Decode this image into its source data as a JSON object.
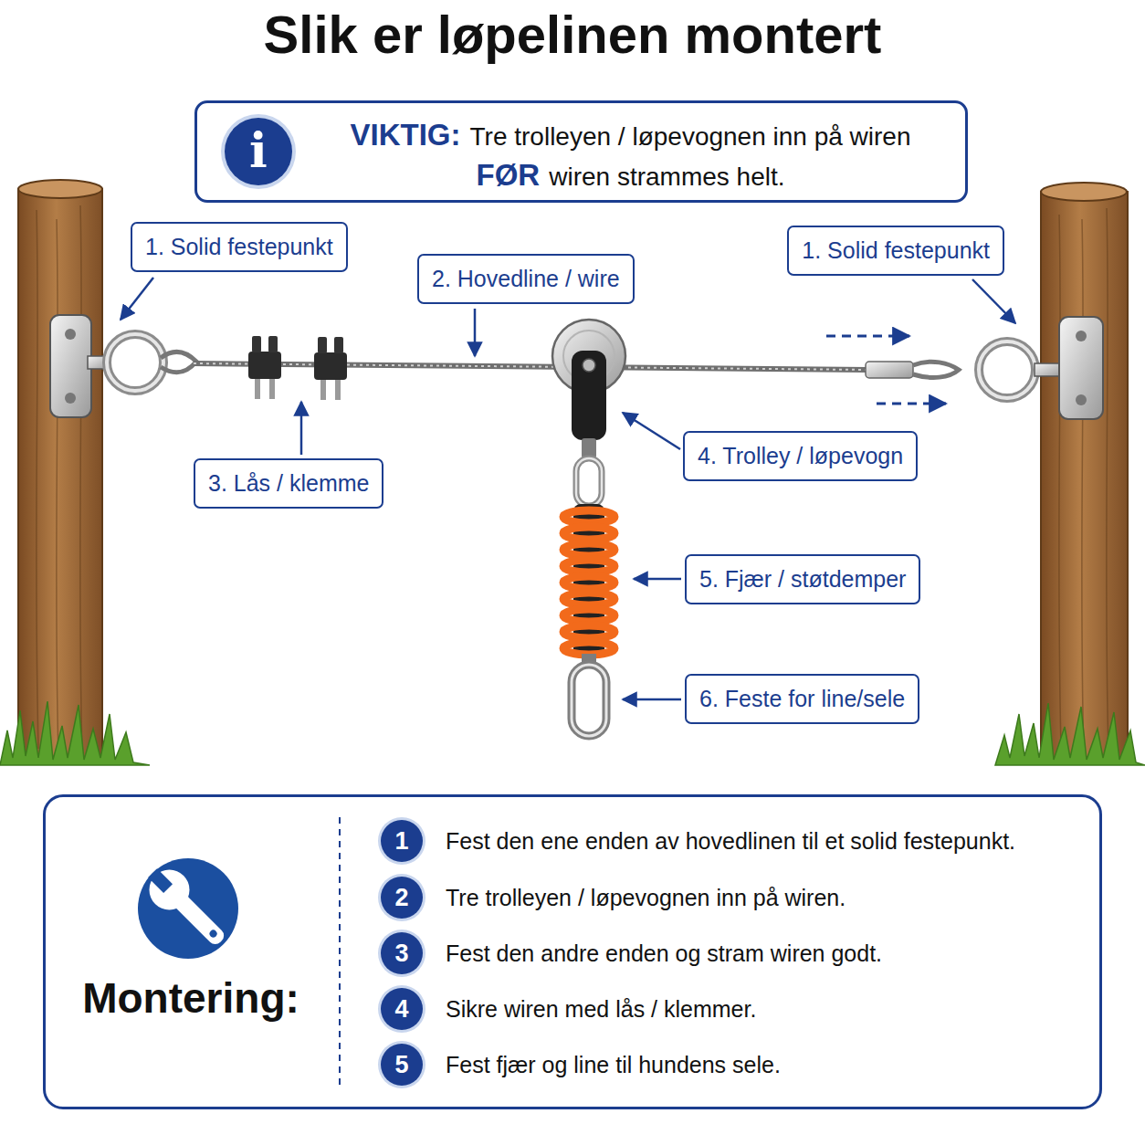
{
  "diagram": {
    "title": "Slik er løpelinen montert",
    "nodes": [
      {
        "text": [
          "VIKTIG:",
          "Tre trolleyen / løpevognen inn på wiren",
          "FØR",
          "wiren strammes helt."
        ]
      },
      {
        "text": [
          "1. Solid festepunkt"
        ]
      },
      {
        "text": [
          "2. Hovedline / wire"
        ]
      },
      {
        "text": [
          "1. Solid festepunkt"
        ]
      },
      {
        "text": [
          "3. Lås / klemme"
        ]
      },
      {
        "text": [
          "4. Trolley / løpevogn"
        ]
      },
      {
        "text": [
          "5. Fjær / støtdemper"
        ]
      },
      {
        "text": [
          "6. Feste for line/sele"
        ]
      },
      {
        "text": [
          "Montering:",
          "Fest den ene enden av hovedlinen til et solid festepunkt.",
          "Tre trolleyen / løpevognen inn på wiren.",
          "Fest den andre enden og stram wiren godt.",
          "Sikre wiren med lås / klemmer.",
          "Fest fjær og line til hundens sele."
        ]
      },
      {
        "text": [
          "1"
        ],
        "in": 8
      },
      {
        "text": [
          "2"
        ],
        "in": 8
      },
      {
        "text": [
          "3"
        ],
        "in": 8
      },
      {
        "text": [
          "4"
        ],
        "in": 8
      },
      {
        "text": [
          "5"
        ],
        "in": 8
      }
    ],
    "labels": [
      "i"
    ]
  }
}
